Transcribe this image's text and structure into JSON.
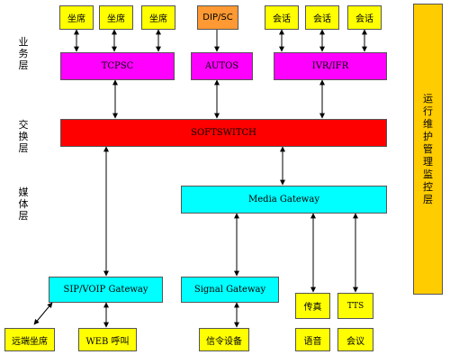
{
  "layers": {
    "business": "业务层",
    "switching": "交换层",
    "media": "媒体层"
  },
  "top_row": {
    "seat_1": "坐席",
    "seat_2": "坐席",
    "seat_3": "坐席",
    "dip": "DIP/SC",
    "session_1": "会话",
    "session_2": "会话",
    "session_3": "会话"
  },
  "business_row": {
    "tcpsc": "TCPSC",
    "autos": "AUTOS",
    "ivr": "IVR/IFR"
  },
  "softswitch": "SOFTSWITCH",
  "media_gateway": "Media Gateway",
  "gateway_row": {
    "sip": "SIP/VOIP Gateway",
    "signal": "Signal Gateway",
    "fax": "传真",
    "tts": "TTS"
  },
  "bottom_row": {
    "remote_seat": "远端坐席",
    "web_call": "WEB 呼叫",
    "signaling_device": "信令设备",
    "voice": "语音",
    "conference": "会议"
  },
  "side_panel": "运行维护管理监控层",
  "colors": {
    "yellow": "#ffff00",
    "magenta": "#ff00ff",
    "orange": "#ff9933",
    "red": "#ff0000",
    "cyan": "#00ffff",
    "gold": "#ffcc00"
  }
}
